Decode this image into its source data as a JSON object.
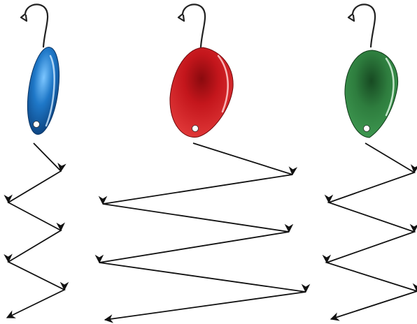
{
  "background": "#ffffff",
  "line_color": "#111111",
  "lures": [
    {
      "name": "blue-lure",
      "shape": "elongated oval",
      "color": "#1f78c8",
      "highlight": "#8fd0ff",
      "zigzag_legs": 6
    },
    {
      "name": "red-lure",
      "shape": "rounded diamond",
      "color": "#c4161c",
      "highlight": "#ff8a8a",
      "zigzag_legs": 6
    },
    {
      "name": "green-lure",
      "shape": "teardrop",
      "color": "#2e7d3e",
      "highlight": "#9fe0a8",
      "zigzag_legs": 6
    }
  ]
}
